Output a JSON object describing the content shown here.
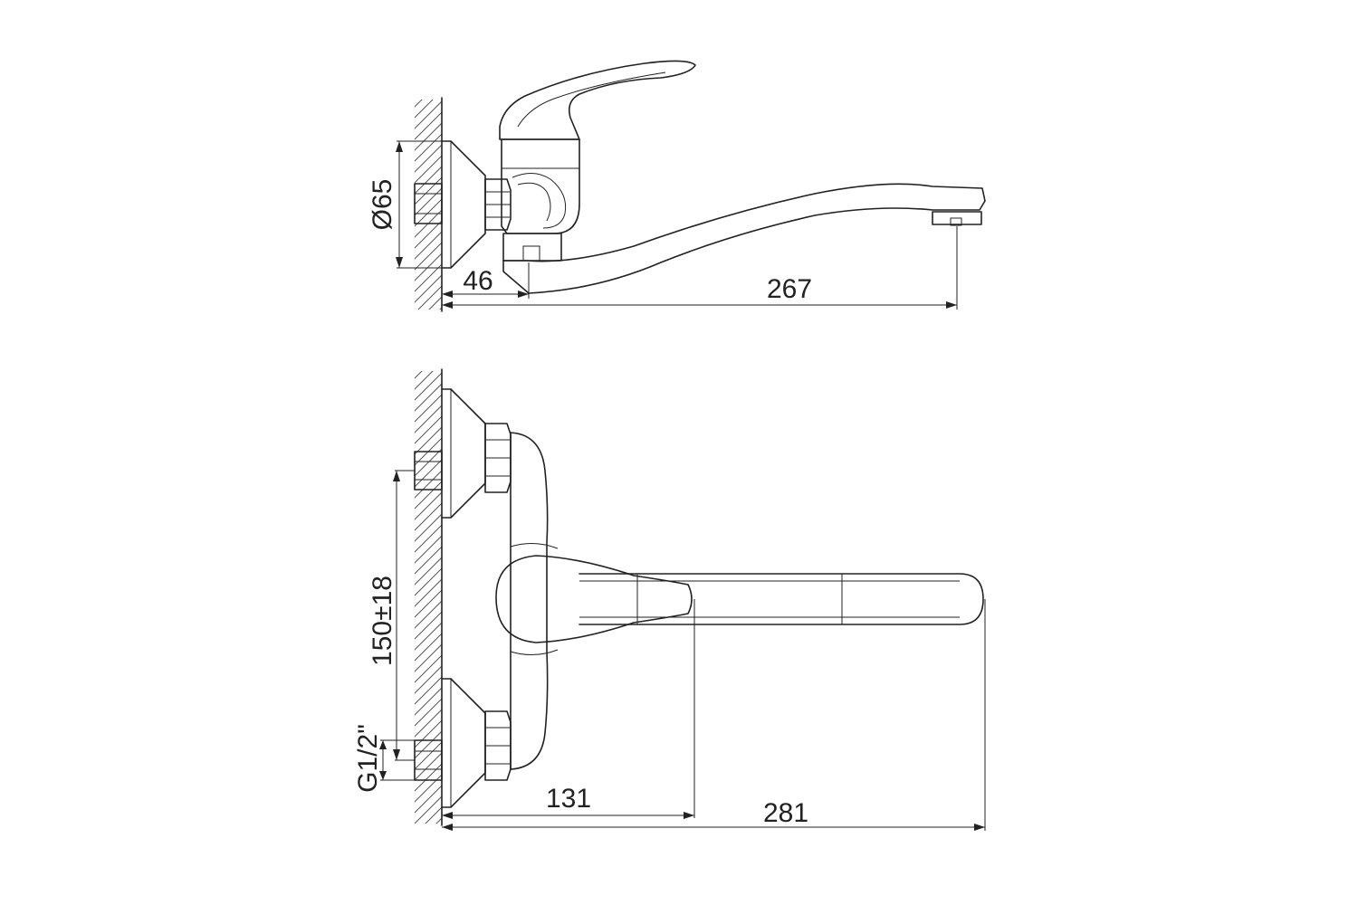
{
  "side_view": {
    "diameter_label": "Ø65",
    "offset_label": "46",
    "reach_label": "267"
  },
  "front_view": {
    "spacing_label": "150±18",
    "thread_label": "G1/2\"",
    "handle_reach_label": "131",
    "total_reach_label": "281"
  }
}
